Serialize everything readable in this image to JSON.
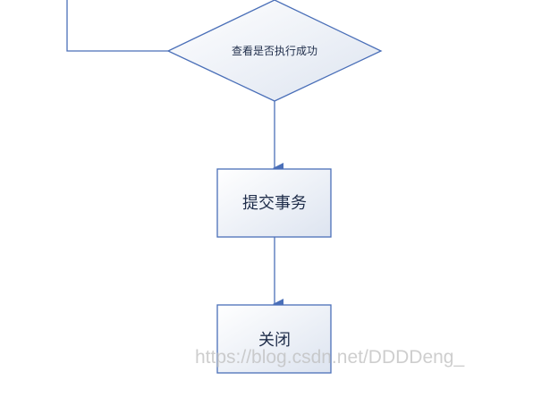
{
  "diagram": {
    "nodes": {
      "decision": {
        "label": "查看是否执行成功",
        "shape": "diamond"
      },
      "commit": {
        "label": "提交事务",
        "shape": "rect"
      },
      "close": {
        "label": "关闭",
        "shape": "rect"
      }
    },
    "colors": {
      "stroke": "#4a6fb8",
      "fill_light": "#ffffff",
      "fill_dark": "#dde4f0",
      "text": "#1f2d4a"
    }
  },
  "watermark": "https://blog.csdn.net/DDDDeng_"
}
